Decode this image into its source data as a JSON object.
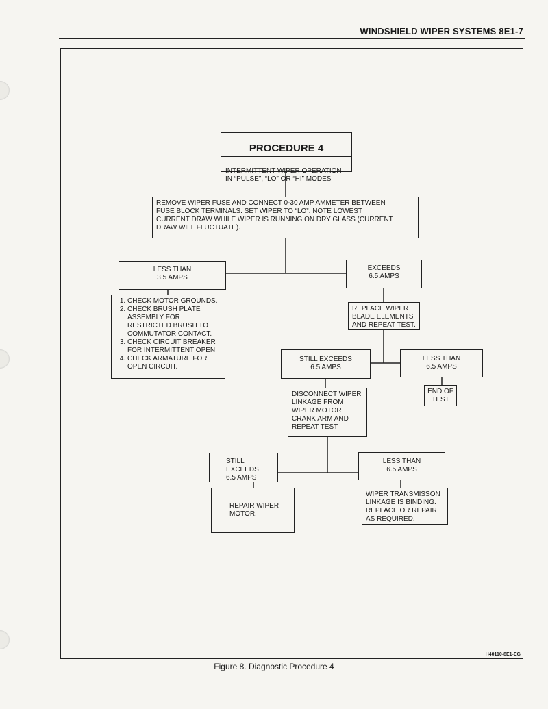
{
  "header": {
    "title": "WINDSHIELD WIPER SYSTEMS 8E1-7"
  },
  "procedure": {
    "title": "PROCEDURE 4",
    "subtitle": "INTERMITTENT WIPER OPERATION\nIN “PULSE”, “LO” OR “HI” MODES"
  },
  "nodes": {
    "remove_fuse": "REMOVE WIPER FUSE AND CONNECT 0-30 AMP AMMETER BETWEEN\nFUSE BLOCK TERMINALS. SET WIPER TO “LO”. NOTE LOWEST\nCURRENT DRAW WHILE WIPER IS RUNNING ON DRY GLASS (CURRENT\nDRAW WILL FLUCTUATE).",
    "less_than_3_5": "LESS THAN\n3.5 AMPS",
    "exceeds_6_5": "EXCEEDS\n6.5 AMPS",
    "checks": [
      "CHECK MOTOR GROUNDS.",
      "CHECK BRUSH PLATE ASSEMBLY FOR RESTRICTED BRUSH TO COMMUTATOR CONTACT.",
      "CHECK CIRCUIT BREAKER FOR INTERMITTENT OPEN.",
      "CHECK ARMATURE FOR OPEN CIRCUIT."
    ],
    "replace_blade": "REPLACE WIPER\nBLADE ELEMENTS\nAND REPEAT TEST.",
    "still_exceeds_1": "STILL EXCEEDS\n6.5 AMPS",
    "less_than_6_5_1": "LESS THAN\n6.5 AMPS",
    "end_of_test": "END OF\nTEST",
    "disconnect_linkage": "DISCONNECT WIPER\nLINKAGE FROM\nWIPER MOTOR\nCRANK ARM AND\nREPEAT TEST.",
    "still_exceeds_2": "STILL EXCEEDS\n6.5 AMPS",
    "less_than_6_5_2": "LESS THAN\n6.5 AMPS",
    "repair_motor": "REPAIR WIPER\nMOTOR.",
    "transmission_binding": "WIPER TRANSMISSON\nLINKAGE IS BINDING.\nREPLACE OR REPAIR\nAS REQUIRED."
  },
  "figure_id": "H40110-8E1-EG",
  "caption": "Figure 8. Diagnostic Procedure 4"
}
